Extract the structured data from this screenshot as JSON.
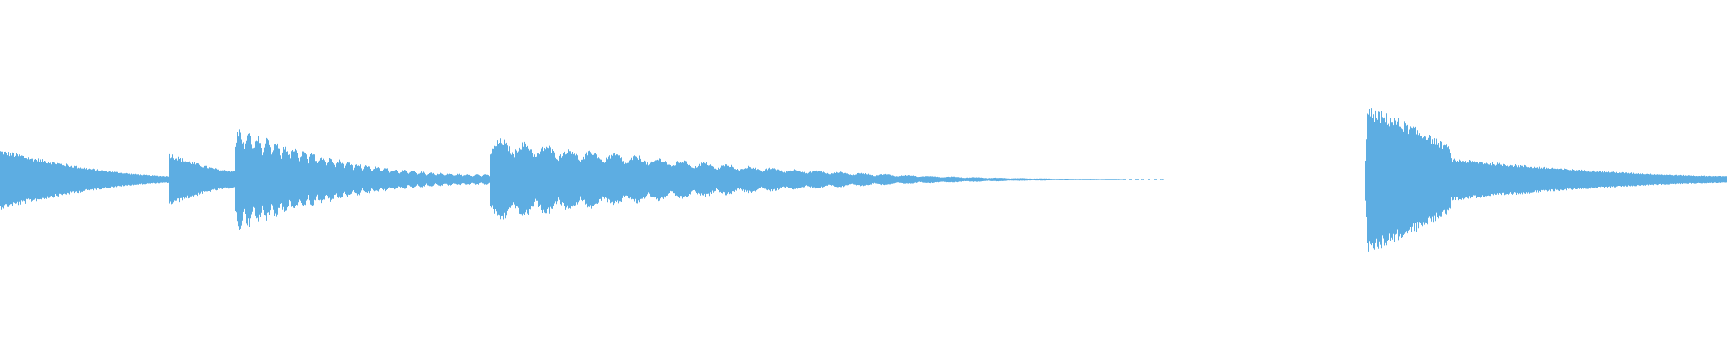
{
  "waveform": {
    "color": "#5dade2",
    "background": "#ffffff",
    "channels": 1,
    "envelope_segments": [
      {
        "start": 0.0,
        "end": 0.098,
        "peak": 0.17,
        "tail": 0.02,
        "shape": "decay"
      },
      {
        "start": 0.098,
        "end": 0.136,
        "peak": 0.15,
        "tail": 0.05,
        "shape": "decay"
      },
      {
        "start": 0.136,
        "end": 0.284,
        "peak": 0.3,
        "tail": 0.03,
        "shape": "pulsed-decay"
      },
      {
        "start": 0.284,
        "end": 0.65,
        "peak": 0.24,
        "tail": 0.004,
        "shape": "pulsed-decay"
      },
      {
        "start": 0.65,
        "end": 0.675,
        "peak": 0.004,
        "tail": 0.0,
        "shape": "dashed"
      },
      {
        "start": 0.675,
        "end": 0.79,
        "peak": 0.0,
        "tail": 0.0,
        "shape": "silence"
      },
      {
        "start": 0.79,
        "end": 0.84,
        "peak": 0.41,
        "tail": 0.18,
        "shape": "attack-sustain"
      },
      {
        "start": 0.84,
        "end": 1.0,
        "peak": 0.12,
        "tail": 0.02,
        "shape": "decay"
      }
    ]
  }
}
